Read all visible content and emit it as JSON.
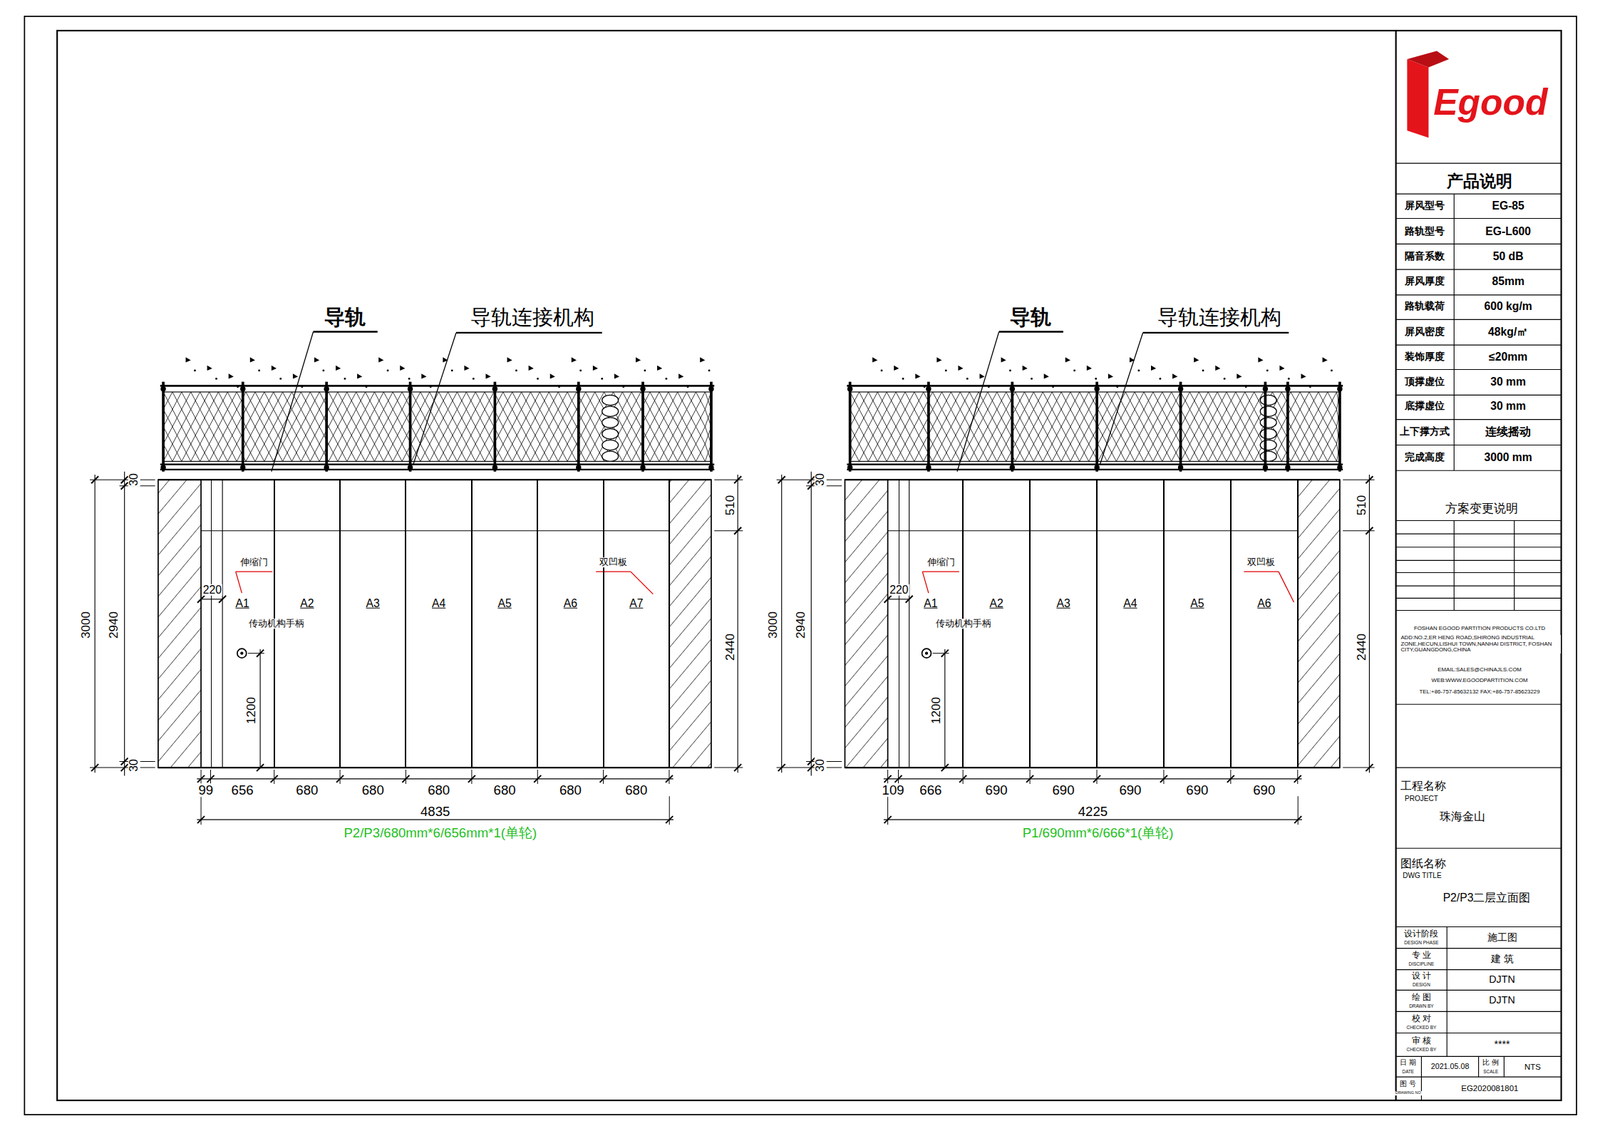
{
  "diagram": {
    "nodes": [
      {
        "text": [
          "A1"
        ]
      },
      {
        "text": [
          "A2"
        ]
      },
      {
        "text": [
          "A3"
        ]
      },
      {
        "text": [
          "A4"
        ]
      },
      {
        "text": [
          "A5"
        ]
      },
      {
        "text": [
          "A6"
        ]
      },
      {
        "text": [
          "A7"
        ]
      },
      {
        "text": [
          "A1"
        ]
      },
      {
        "text": [
          "A2"
        ]
      },
      {
        "text": [
          "A3"
        ]
      },
      {
        "text": [
          "A4"
        ]
      },
      {
        "text": [
          "A5"
        ]
      },
      {
        "text": [
          "A6"
        ]
      }
    ],
    "labels": [
      "导轨",
      "导轨连接机构",
      "30",
      "3000",
      "2940",
      "30",
      "220",
      "伸缩门",
      "传动机构手柄",
      "1200",
      "双凹板",
      "510",
      "2440",
      "99",
      "656",
      "680",
      "680",
      "680",
      "680",
      "680",
      "680",
      "4835",
      "P2/P3/680mm*6/656mm*1(单轮)",
      "导轨",
      "导轨连接机构",
      "30",
      "3000",
      "2940",
      "30",
      "220",
      "伸缩门",
      "传动机构手柄",
      "1200",
      "双凹板",
      "510",
      "2440",
      "109",
      "666",
      "690",
      "690",
      "690",
      "690",
      "690",
      "4225",
      "P1/690mm*6/666*1(单轮)",
      "Egood",
      "产品说明",
      "屏风型号",
      "EG-85",
      "路轨型号",
      "EG-L600",
      "隔音系数",
      "50 dB",
      "屏风厚度",
      "85mm",
      "路轨载荷",
      "600 kg/m",
      "屏风密度",
      "48kg/㎡",
      "装饰厚度",
      "≤20mm",
      "顶撑虚位",
      "30 mm",
      "底撑虚位",
      "30 mm",
      "上下撑方式",
      "连续摇动",
      "完成高度",
      "3000 mm",
      "方案变更说明",
      "FOSHAN EGOOD PARTITION PRODUCTS CO.LTD",
      "ADD:NO.2,ER HENG ROAD,SHIRONG INDUSTRIAL ZONE,HECUN,LISHUI TOWN,NANHAI DISTRICT, FOSHAN CITY,GUANGDONG,CHINA",
      "EMAIL:SALES@CHINAJLS.COM",
      "WEB:WWW.EGOODPARTITION.COM",
      "TEL:+86-757-85632132 FAX:+86-757-85623229",
      "工程名称",
      "PROJECT",
      "珠海金山",
      "图纸名称",
      "DWG TITLE",
      "P2/P3二层立面图",
      "设计阶段",
      "DESIGN PHASE",
      "施工图",
      "专 业",
      "DISCIPLINE",
      "建 筑",
      "设 计",
      "DESIGN",
      "DJTN",
      "绘 图",
      "DRAWN BY",
      "DJTN",
      "校 对",
      "CHECKED BY",
      "审 核",
      "CHECKED BY",
      "****",
      "日 期",
      "DATE",
      "2021.05.08",
      "比 例",
      "SCALE",
      "NTS",
      "图 号",
      "DRAWING NO",
      "EG2020081801"
    ]
  }
}
